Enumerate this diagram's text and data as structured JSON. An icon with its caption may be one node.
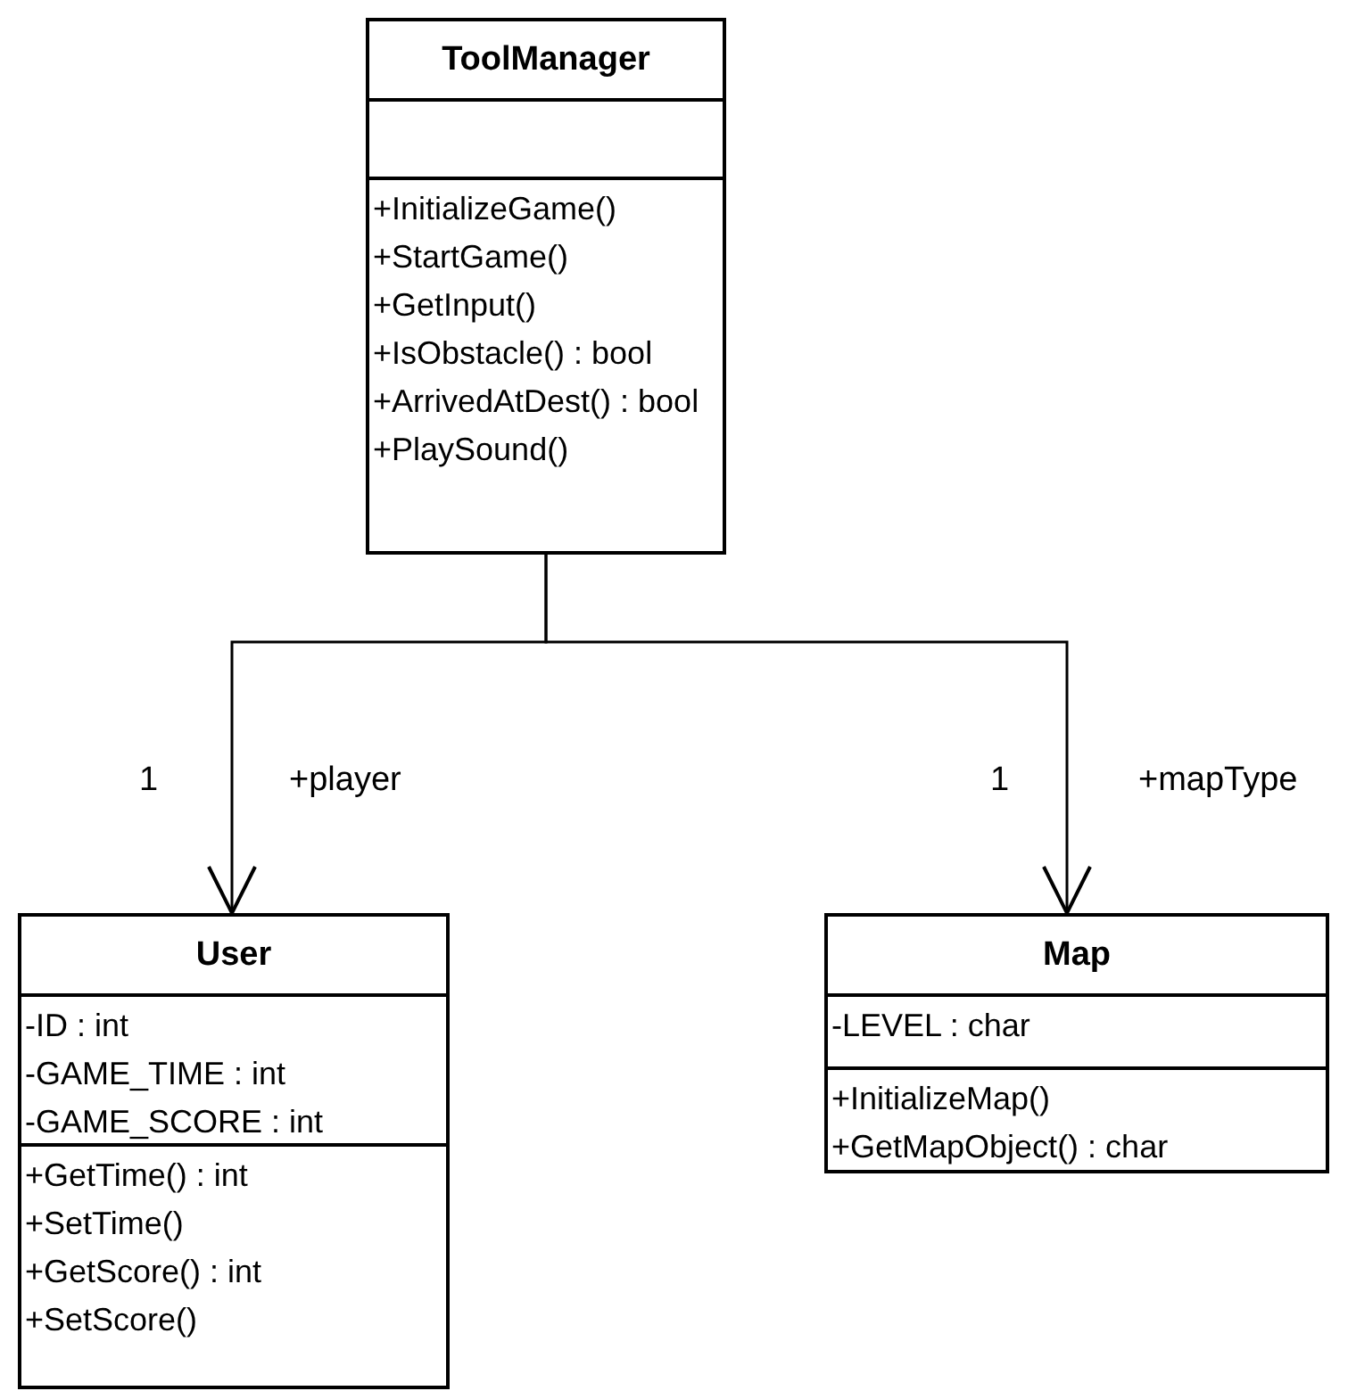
{
  "diagram": {
    "nodes": [
      {
        "text": [
          "ToolManager"
        ]
      },
      {
        "text": [],
        "shape": "box",
        "in": 0
      },
      {
        "text": [
          "+InitializeGame()",
          "+StartGame()",
          "+GetInput()",
          "+IsObstacle() : bool",
          "+ArrivedAtDest() : bool",
          "+PlaySound()"
        ],
        "in": 0
      },
      {
        "text": [
          "User"
        ]
      },
      {
        "text": [
          "-ID : int",
          "-GAME_TIME : int",
          "-GAME_SCORE : int"
        ],
        "in": 3
      },
      {
        "text": [
          "+GetTime() : int",
          "+SetTime()",
          "+GetScore() : int",
          "+SetScore()"
        ],
        "in": 3
      },
      {
        "text": [
          "Map"
        ]
      },
      {
        "text": [
          "-LEVEL : char"
        ],
        "in": 6
      },
      {
        "text": [
          "+InitializeMap()",
          "+GetMapObject() : char"
        ],
        "in": 6
      }
    ],
    "edges": [
      {
        "from": 0,
        "to": 3,
        "arrow": "to"
      },
      {
        "from": 0,
        "to": 6,
        "arrow": "to"
      }
    ],
    "labels": [
      "1",
      "+player",
      "1",
      "+mapType"
    ]
  }
}
